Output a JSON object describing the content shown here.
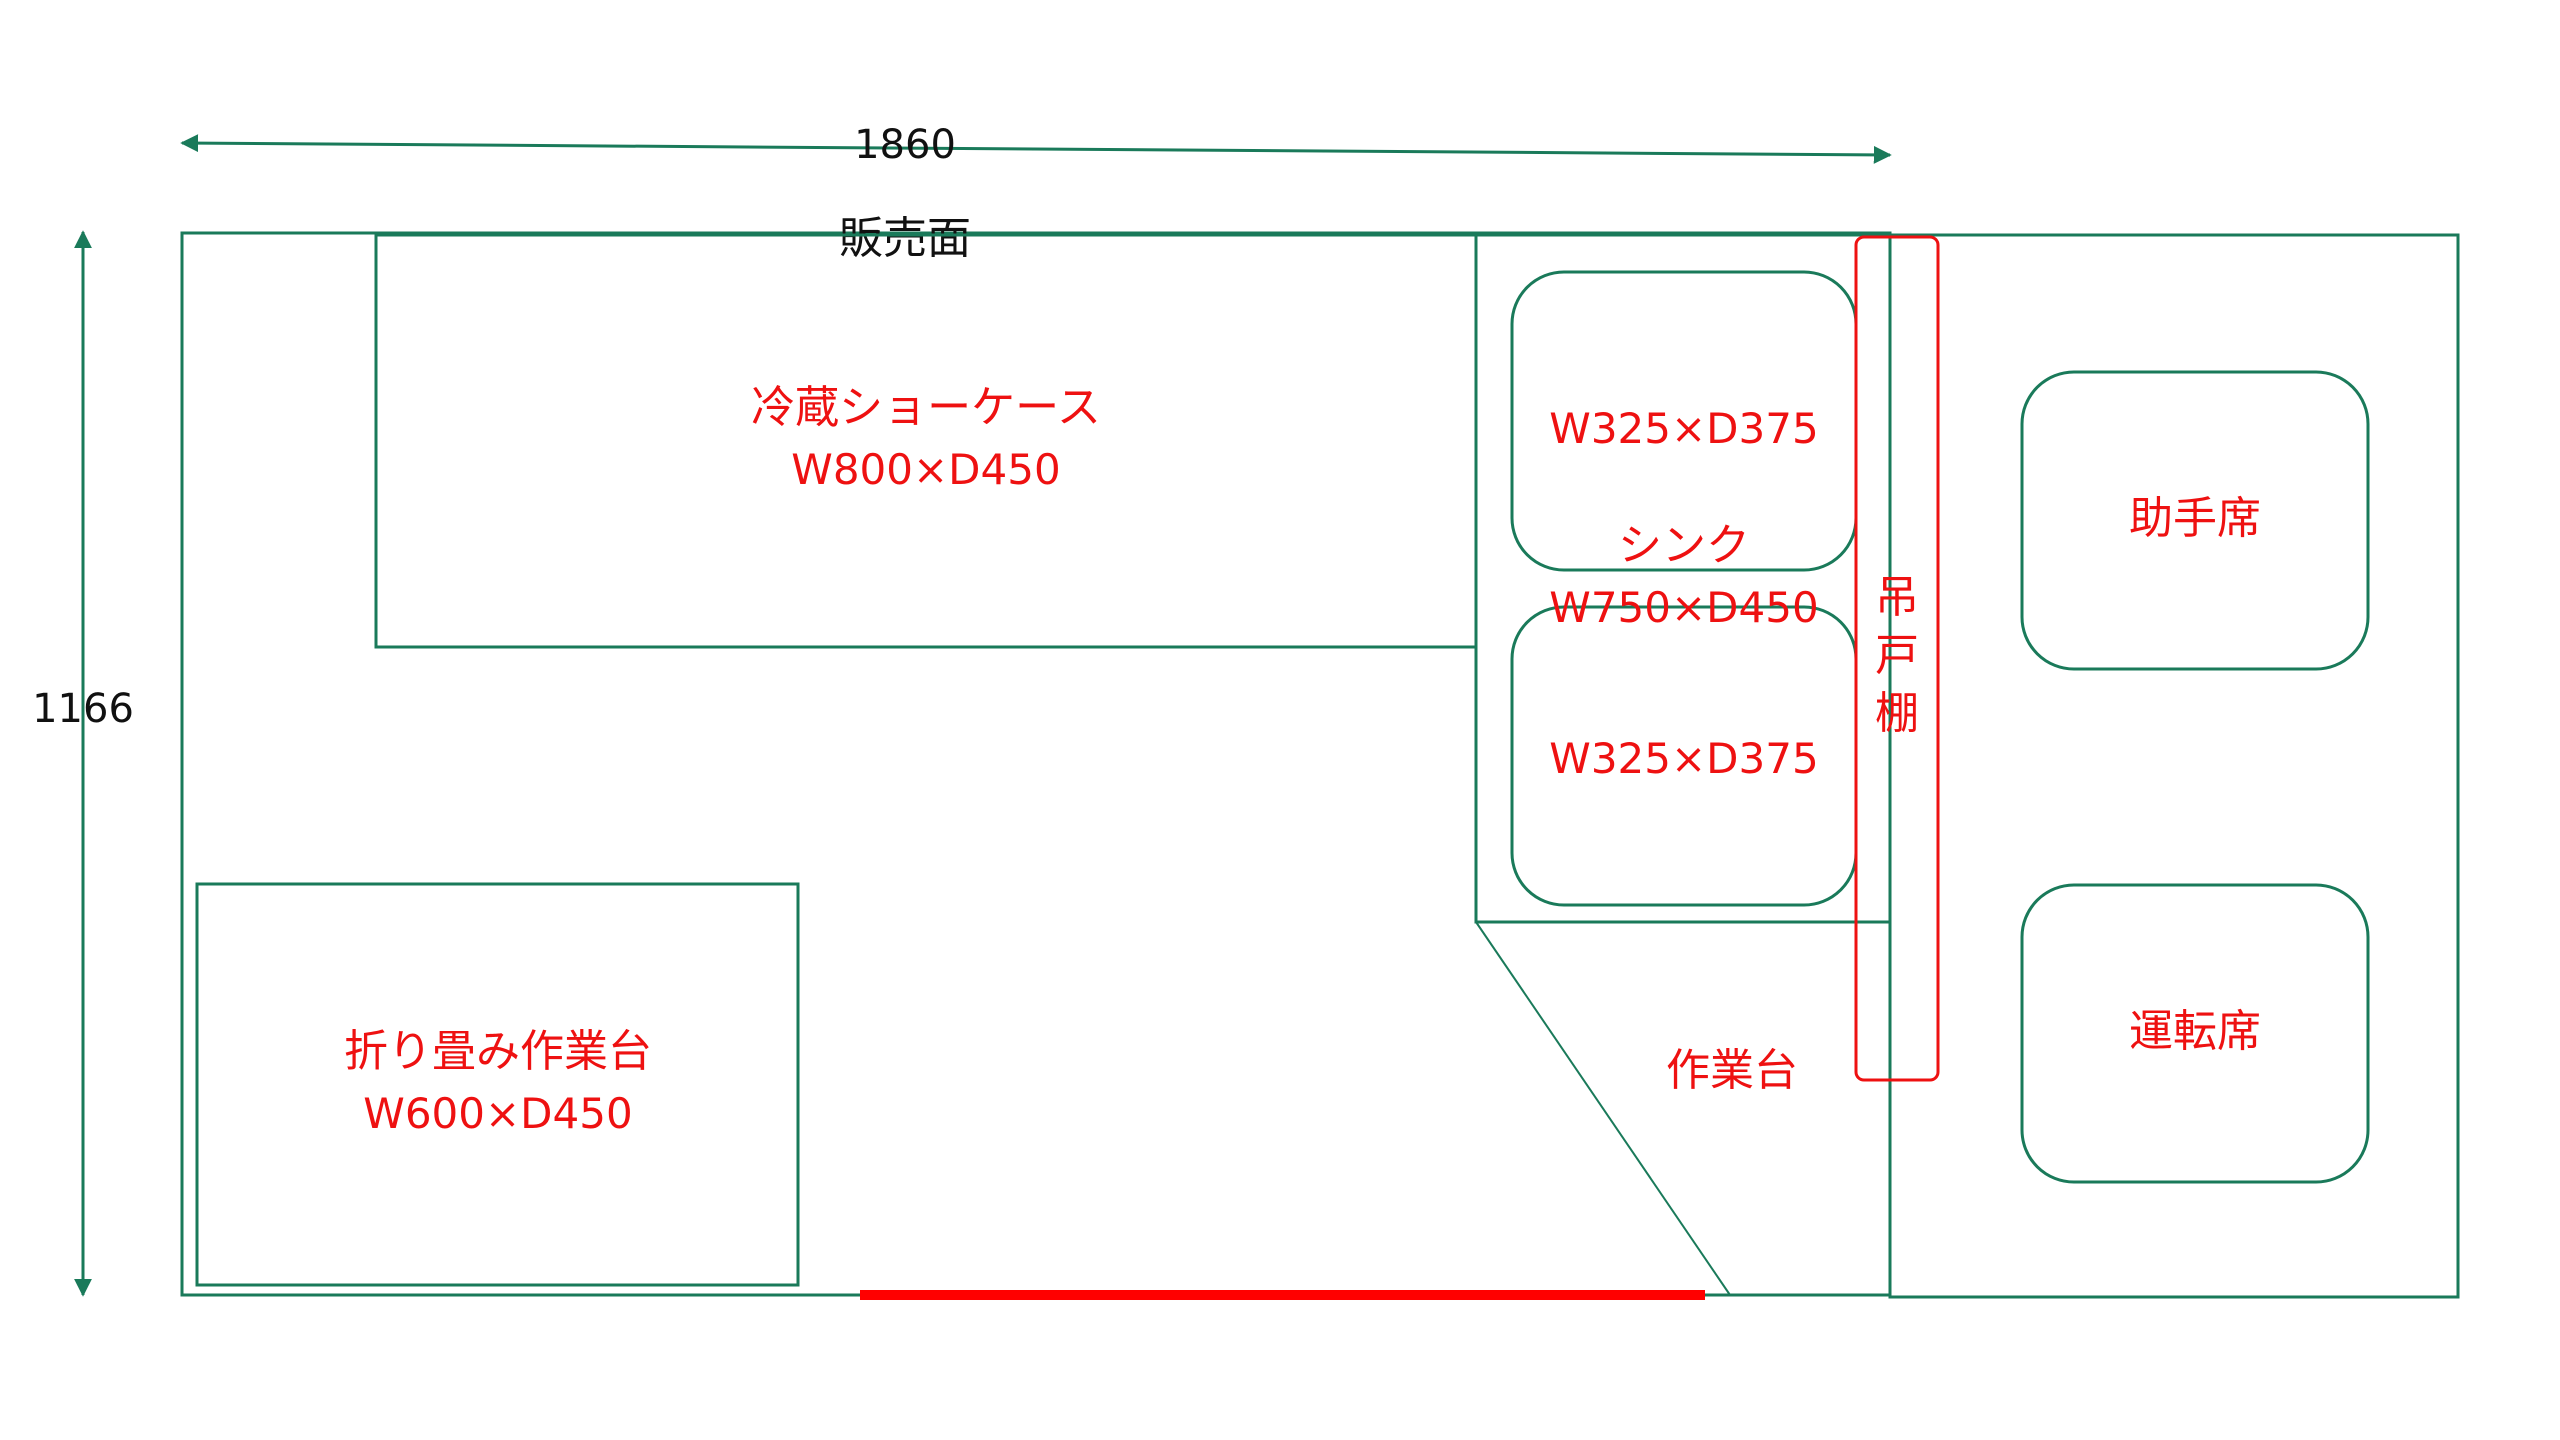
{
  "colors": {
    "outline": "#1a7a5a",
    "label_red": "#ee1111",
    "bar_red": "#ff0000",
    "text_black": "#111111",
    "background": "#ffffff"
  },
  "dimensions": {
    "width_label": "1860",
    "height_label": "1166"
  },
  "sales_side_label": "販売面",
  "showcase": {
    "name": "冷蔵ショーケース",
    "size": "W800×D450"
  },
  "sink": {
    "name": "シンク",
    "size": "W750×D450",
    "basin_top_size": "W325×D375",
    "basin_bottom_size": "W325×D375"
  },
  "hanging_shelf": {
    "chars": [
      "吊",
      "戸",
      "棚"
    ]
  },
  "work_table": {
    "name": "作業台"
  },
  "folding_table": {
    "name": "折り畳み作業台",
    "size": "W600×D450"
  },
  "passenger_seat": {
    "name": "助手席"
  },
  "driver_seat": {
    "name": "運転席"
  }
}
